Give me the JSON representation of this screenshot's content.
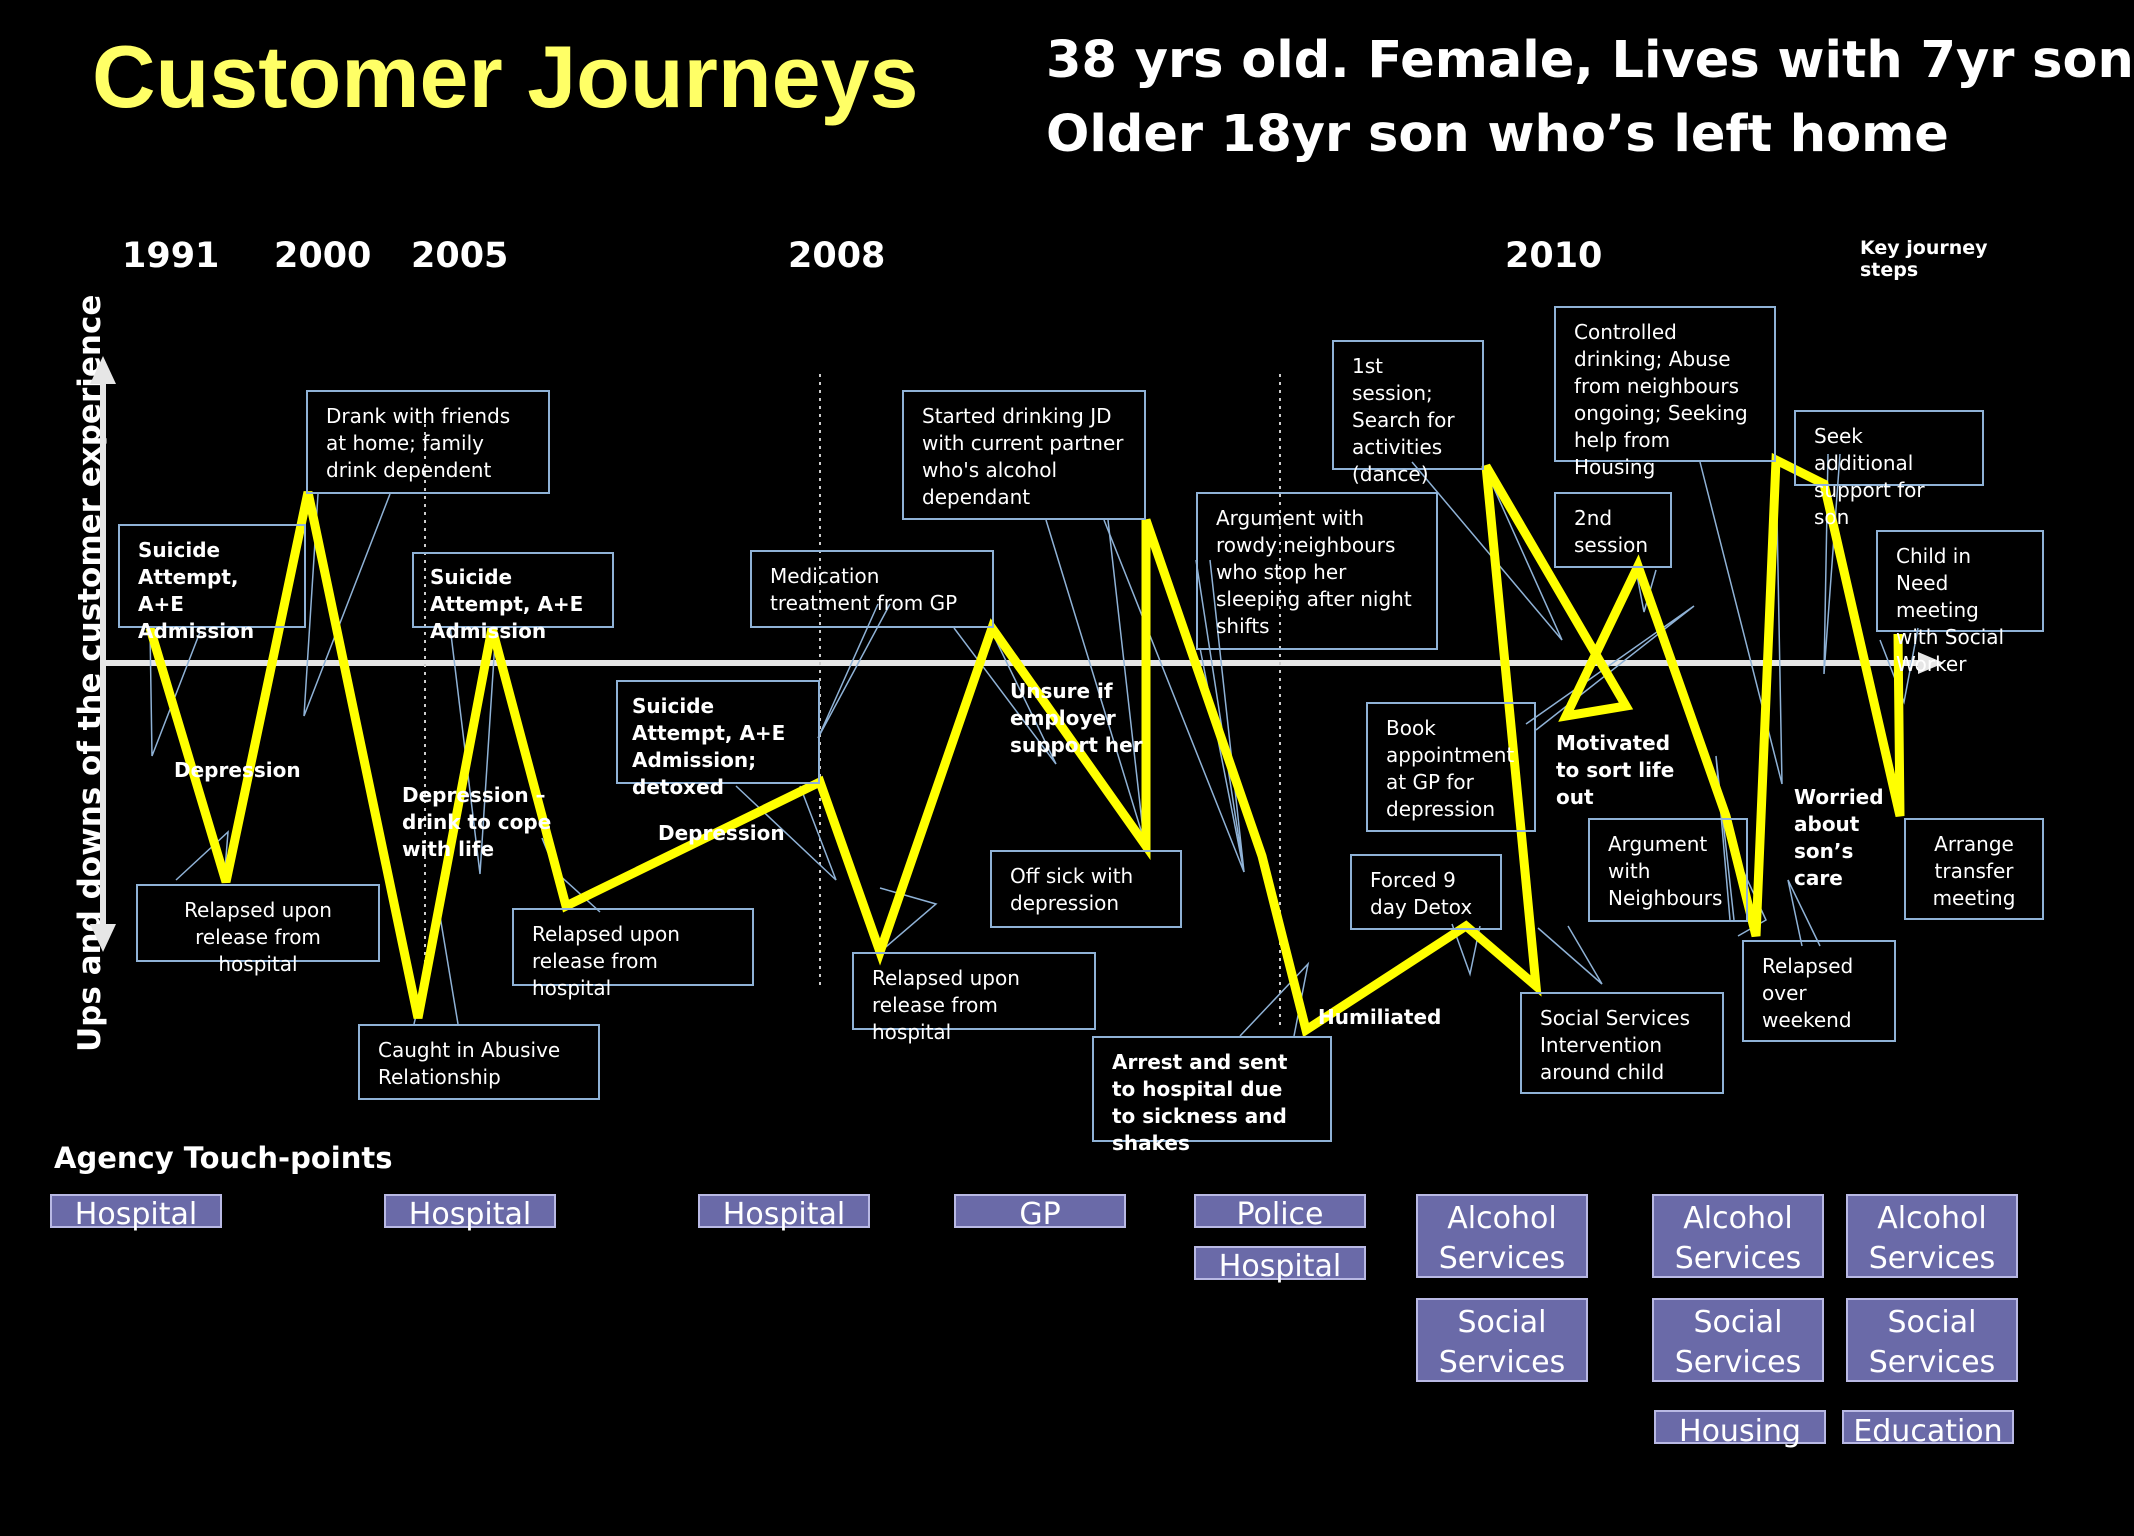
{
  "title": "Customer Journeys",
  "subtitle_line1": "38 yrs old. Female, Lives with 7yr son",
  "subtitle_line2": "Older 18yr son who’s left home",
  "years": [
    "1991",
    "2000",
    "2005",
    "2008",
    "2010"
  ],
  "key_label": "Key journey steps",
  "axis_label": "Ups and downs of the customer experience",
  "colors": {
    "journey_line": "#ffff00",
    "callout_border": "#8fb2d6",
    "axis": "#e6e6e6",
    "agency_fill": "#6a6aa8"
  },
  "journey_steps": {
    "suicide_1991": "Suicide Attempt, A+E Admission",
    "depression_1": "Depression",
    "relapsed_1": "Relapsed upon release from hospital",
    "drank_friends": "Drank with friends at home; family drink dependent",
    "caught_abusive": "Caught in Abusive Relationship",
    "suicide_2005": "Suicide Attempt, A+E Admission",
    "depression_drink": "Depression – drink to cope with life",
    "relapsed_2": "Relapsed upon release from hospital",
    "suicide_detoxed": "Suicide Attempt, A+E Admission; detoxed",
    "depression_2": "Depression",
    "medication_gp": "Medication treatment from GP",
    "relapsed_3": "Relapsed upon release from hospital",
    "started_drinking": "Started drinking JD with current partner who's alcohol dependant",
    "unsure_employer": "Unsure if employer support her",
    "off_sick": "Off sick with depression",
    "argument_rowdy": "Argument with rowdy neighbours who stop her sleeping after night shifts",
    "arrest": "Arrest and sent to hospital due to sickness and shakes",
    "humiliated": "Humiliated",
    "book_gp": "Book appointment at GP for depression",
    "forced_detox": "Forced 9 day Detox",
    "first_session": "1st session; Search for activities (dance)",
    "second_session": "2nd session",
    "controlled_drinking": "Controlled drinking; Abuse from neighbours ongoing; Seeking help from Housing",
    "motivated": "Motivated to sort life out",
    "social_intervention": "Social Services Intervention around child",
    "argument_neighbours": "Argument with Neighbours",
    "relapsed_weekend": "Relapsed over weekend",
    "seek_support": "Seek additional support for son",
    "worried": "Worried about son’s care",
    "child_in_need": "Child in Need meeting with Social Worker",
    "arrange_transfer": "Arrange transfer meeting"
  },
  "touchpoints": {
    "title": "Agency Touch-points",
    "agencies": [
      "Hospital",
      "Hospital",
      "Hospital",
      "GP",
      "Police",
      "Hospital",
      "Alcohol Services",
      "Social Services",
      "Alcohol Services",
      "Social Services",
      "Housing",
      "Alcohol Services",
      "Social Services",
      "Education"
    ]
  }
}
